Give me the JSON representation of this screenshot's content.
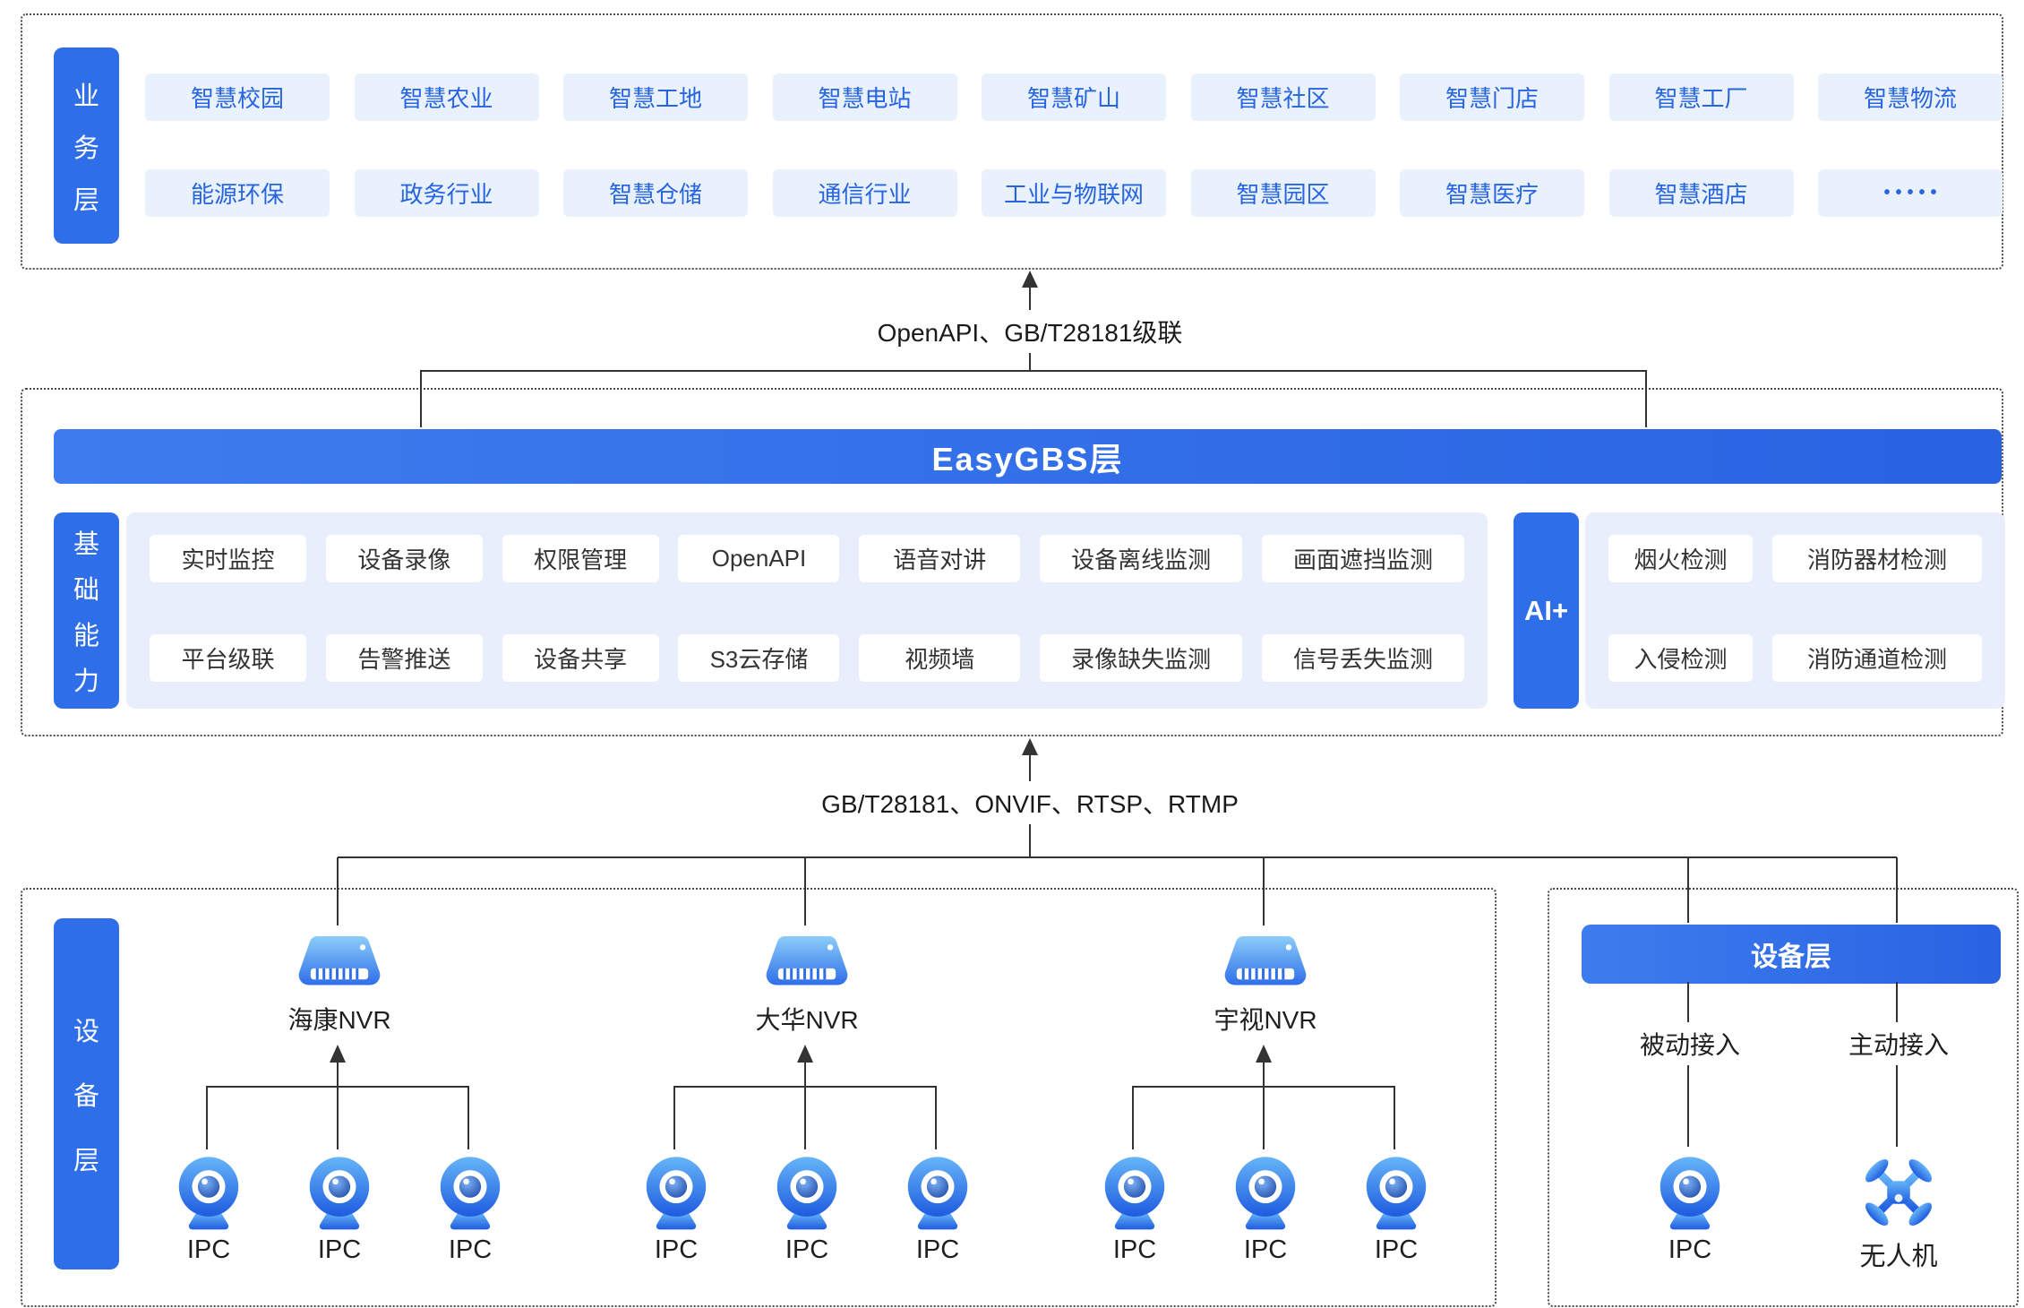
{
  "colors": {
    "primary_blue": "#2f6ee9",
    "pill_bg": "#e9f1fd",
    "pill_text": "#2765e0",
    "panel_bg": "#e9eefc",
    "line": "#333333"
  },
  "business_layer": {
    "label": "业务层",
    "row1": [
      "智慧校园",
      "智慧农业",
      "智慧工地",
      "智慧电站",
      "智慧矿山",
      "智慧社区",
      "智慧门店",
      "智慧工厂",
      "智慧物流"
    ],
    "row2": [
      "能源环保",
      "政务行业",
      "智慧仓储",
      "通信行业",
      "工业与物联网",
      "智慧园区",
      "智慧医疗",
      "智慧酒店",
      "•••••"
    ]
  },
  "top_connector_label": "OpenAPI、GB/T28181级联",
  "platform_layer": {
    "banner": "EasyGBS层",
    "label": "基础能力",
    "capabilities_row1": [
      "实时监控",
      "设备录像",
      "权限管理",
      "OpenAPI",
      "语音对讲",
      "设备离线监测",
      "画面遮挡监测"
    ],
    "capabilities_row2": [
      "平台级联",
      "告警推送",
      "设备共享",
      "S3云存储",
      "视频墙",
      "录像缺失监测",
      "信号丢失监测"
    ],
    "ai": {
      "label": "AI+",
      "row1": [
        "烟火检测",
        "消防器材检测"
      ],
      "row2": [
        "入侵检测",
        "消防通道检测"
      ]
    }
  },
  "bottom_connector_label": "GB/T28181、ONVIF、RTSP、RTMP",
  "device_layer": {
    "label": "设备层",
    "nvr_groups": [
      {
        "name": "海康NVR",
        "cameras": [
          "IPC",
          "IPC",
          "IPC"
        ]
      },
      {
        "name": "大华NVR",
        "cameras": [
          "IPC",
          "IPC",
          "IPC"
        ]
      },
      {
        "name": "宇视NVR",
        "cameras": [
          "IPC",
          "IPC",
          "IPC"
        ]
      }
    ],
    "access_box": {
      "banner": "设备层",
      "modes": [
        {
          "label": "被动接入",
          "device": "IPC"
        },
        {
          "label": "主动接入",
          "device": "无人机"
        }
      ]
    }
  }
}
